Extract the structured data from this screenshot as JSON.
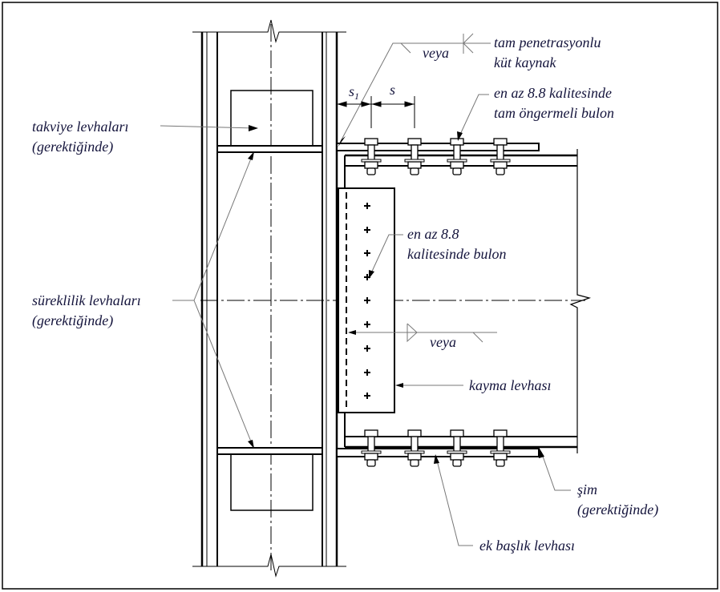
{
  "labels": {
    "weld_alt_top": "veya",
    "butt_weld_1": "tam penetrasyonlu",
    "butt_weld_2": "küt kaynak",
    "dim_s1": "s",
    "dim_s1_sub": "1",
    "dim_s": "s",
    "pretension_bolt_1": "en az 8.8 kalitesinde",
    "pretension_bolt_2": "tam öngermeli bulon",
    "stiffener_1": "takviye levhaları",
    "stiffener_2": "(gerektiğinde)",
    "bolt_1": "en az 8.8",
    "bolt_2": "kalitesinde bulon",
    "continuity_1": "süreklilik levhaları",
    "continuity_2": "(gerektiğinde)",
    "weld_alt_mid": "veya",
    "shear_plate": "kayma levhası",
    "shim_1": "şim",
    "shim_2": "(gerektiğinde)",
    "flange_plate": "ek başlık levhası"
  }
}
